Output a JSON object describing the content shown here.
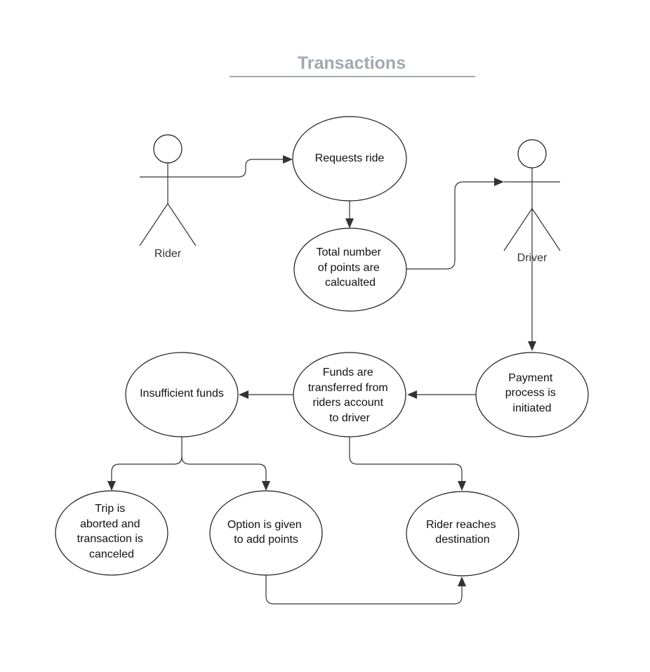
{
  "title": "Transactions",
  "actors": {
    "rider": "Rider",
    "driver": "Driver"
  },
  "nodes": {
    "requests_ride": [
      "Requests ride"
    ],
    "points_calculated": [
      "Total number",
      "of points are",
      "calcualted"
    ],
    "payment_initiated": [
      "Payment",
      "process is",
      "initiated"
    ],
    "funds_transferred": [
      "Funds are",
      "transferred from",
      "riders account",
      "to driver"
    ],
    "insufficient_funds": [
      "Insufficient funds"
    ],
    "trip_aborted": [
      "Trip is",
      "aborted and",
      "transaction is",
      "canceled"
    ],
    "option_add_points": [
      "Option is given",
      "to add points"
    ],
    "rider_reaches": [
      "Rider reaches",
      "destination"
    ]
  },
  "colors": {
    "title": "#a3a8b0",
    "stroke": "#1a1a1a",
    "connector": "#333333"
  }
}
